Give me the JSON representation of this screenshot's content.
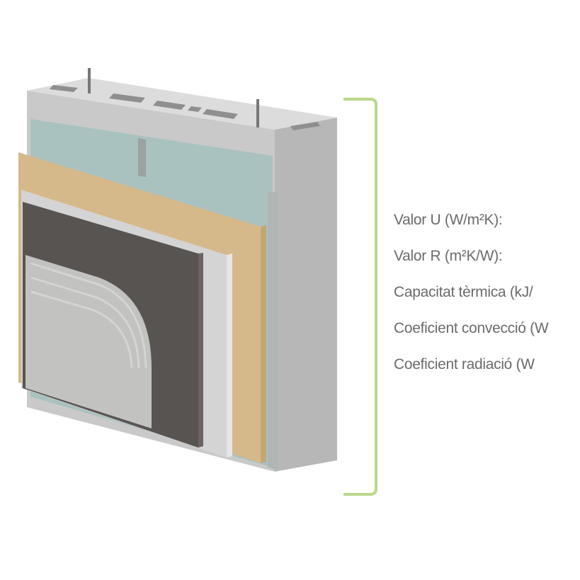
{
  "diagram": {
    "properties": [
      "Valor U (W/m²K):",
      "Valor R (m²K/W):",
      "Capacitat tèrmica (kJ/",
      "Coeficient convecció  (W",
      "Coeficient radiació (W"
    ],
    "colors": {
      "bracket": "#b9d98a",
      "label_text": "#6b6b6b",
      "block": "#c9c9c9",
      "insulation_board": "#a9c2c0",
      "wood_panel": "#d6b98a",
      "membrane": "#d4d4d4",
      "dark_board": "#585452",
      "render": "#c2c2c0"
    }
  }
}
